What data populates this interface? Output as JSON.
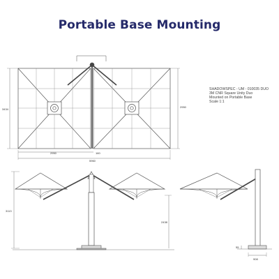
{
  "title": "Portable Base Mounting",
  "spec": {
    "line1": "SHADOWSPEC - UM - 010035 DUO",
    "line2": "3M CNR Square Unity Duo",
    "line3": "Mounted on Portable Base",
    "line4": "Scale 1:1"
  },
  "dimensions": {
    "plan_width": "2950",
    "plan_total_width": "5960",
    "plan_gap": "160",
    "plan_left_height": "3434",
    "plan_right_height": "2950",
    "elevation_total_height": "3113",
    "elevation_clearance": "2438",
    "base_width": "908",
    "base_height": "55"
  },
  "colors": {
    "title": "#252a6a",
    "line": "#555555",
    "canopy_fill": "#ffffff"
  }
}
